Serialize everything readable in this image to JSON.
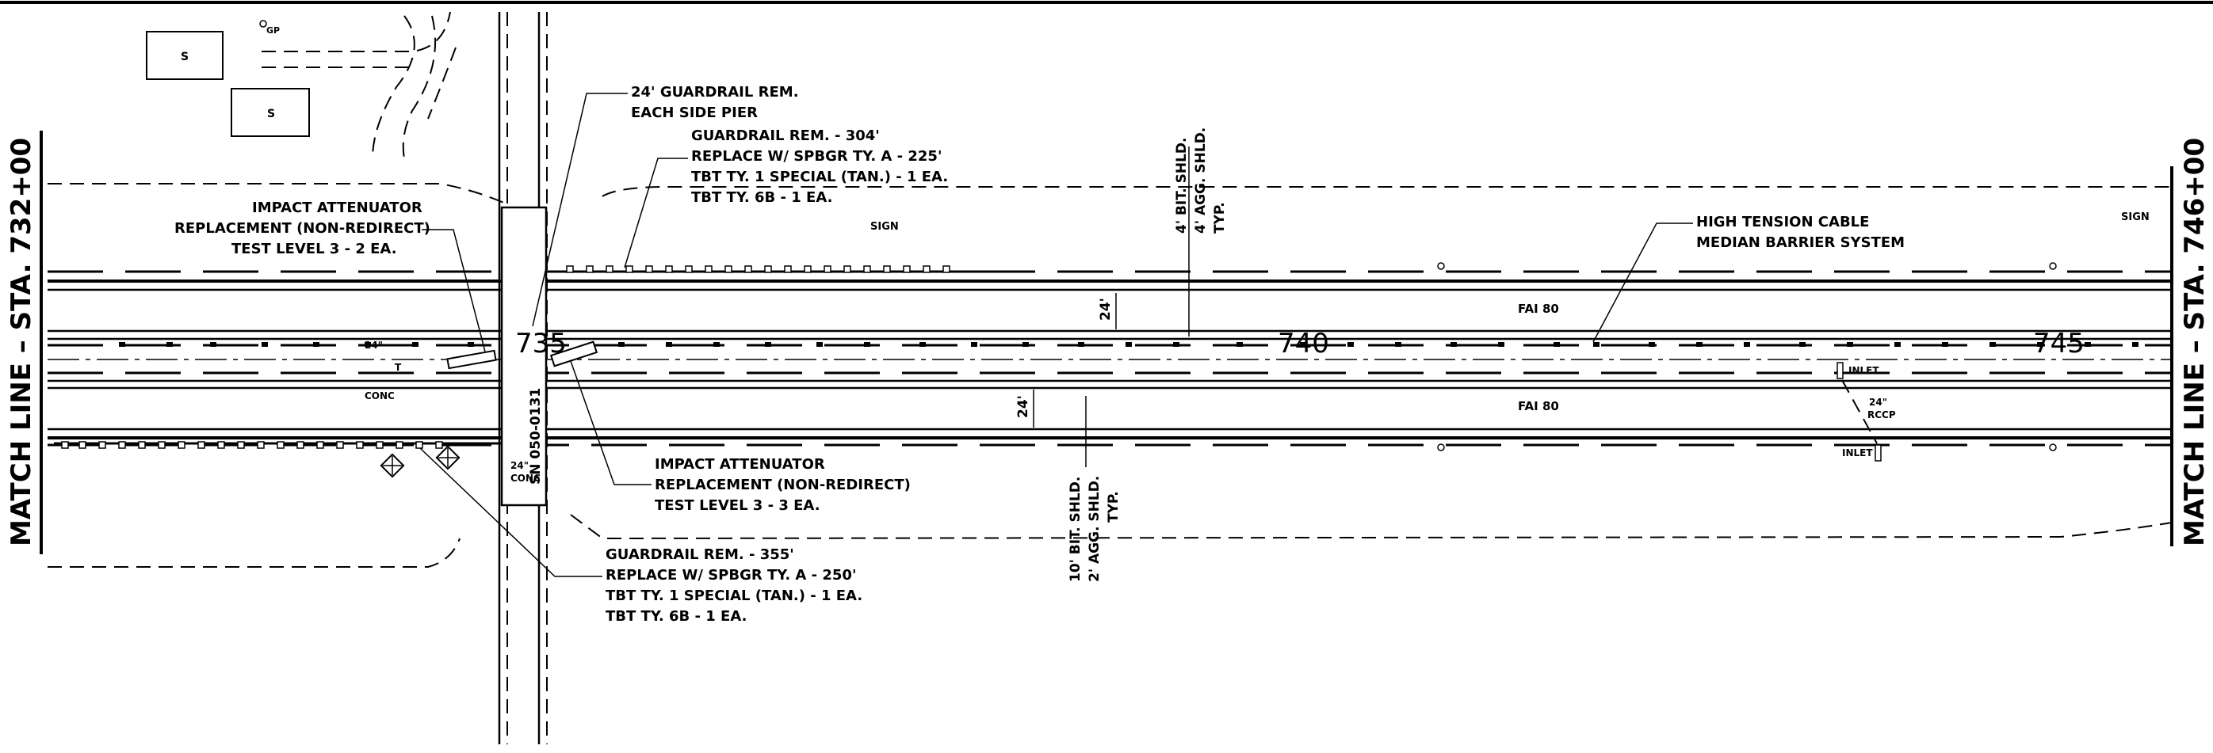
{
  "match_left": "MATCH LINE – STA. 732+00",
  "match_right": "MATCH LINE – STA. 746+00",
  "stations": {
    "s735": "735",
    "s740": "740",
    "s745": "745"
  },
  "roads": {
    "north": "FAI 80",
    "south": "FAI 80"
  },
  "structure": "SN 050-0131",
  "notes": {
    "pier": [
      "24' GUARDRAIL REM.",
      "EACH SIDE PIER"
    ],
    "guardrail_north": [
      "GUARDRAIL REM. - 304'",
      "REPLACE W/ SPBGR TY. A - 225'",
      "TBT TY. 1 SPECIAL (TAN.) - 1 EA.",
      "TBT TY. 6B - 1 EA."
    ],
    "attenuator_left": [
      "IMPACT ATTENUATOR",
      "REPLACEMENT (NON-REDIRECT)",
      "TEST LEVEL 3 - 2 EA."
    ],
    "attenuator_right": [
      "IMPACT ATTENUATOR",
      "REPLACEMENT (NON-REDIRECT)",
      "TEST LEVEL 3 - 3 EA."
    ],
    "guardrail_south": [
      "GUARDRAIL REM. - 355'",
      "REPLACE W/ SPBGR TY. A - 250'",
      "TBT TY. 1 SPECIAL (TAN.) - 1 EA.",
      "TBT TY. 6B - 1 EA."
    ],
    "cable": [
      "HIGH TENSION CABLE",
      "MEDIAN BARRIER SYSTEM"
    ],
    "shoulder_north": [
      "4' BIT. SHLD.",
      "4' AGG. SHLD.",
      "TYP."
    ],
    "shoulder_south": [
      "10' BIT. SHLD.",
      "2' AGG. SHLD.",
      "TYP."
    ]
  },
  "small": {
    "sign1": "SIGN",
    "sign2": "SIGN",
    "gp": "GP",
    "s_box1": "S",
    "s_box2": "S",
    "dim_north": "24'",
    "dim_south": "24'",
    "conc_left": [
      "24\"",
      "CONC"
    ],
    "conc_right": [
      "24\"",
      "CONC"
    ],
    "inlet1": "INLET",
    "inlet2": "INLET",
    "rccp": [
      "24\"",
      "RCCP"
    ],
    "t_mark": "T"
  }
}
